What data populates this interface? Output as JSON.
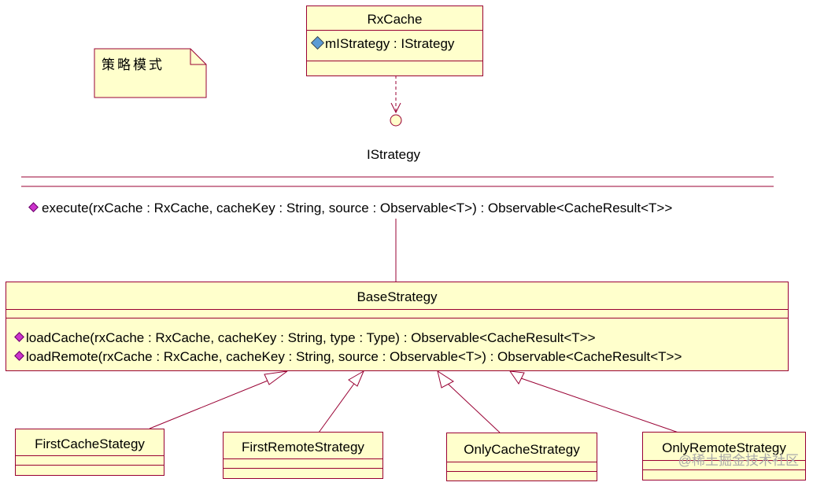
{
  "note": {
    "text": "策略模式"
  },
  "rxcache": {
    "name": "RxCache",
    "attribute": "mIStrategy : IStrategy",
    "attribute_icon": "protected-attribute-icon"
  },
  "interface": {
    "name": "IStrategy",
    "operation": "execute(rxCache : RxCache, cacheKey : String, source : Observable<T>) : Observable<CacheResult<T>>"
  },
  "base": {
    "name": "BaseStrategy",
    "operations": [
      "loadCache(rxCache : RxCache, cacheKey : String, type : Type) : Observable<CacheResult<T>>",
      "loadRemote(rxCache : RxCache, cacheKey : String, source : Observable<T>) : Observable<CacheResult<T>>"
    ]
  },
  "subclasses": [
    {
      "name": "FirstCacheStategy"
    },
    {
      "name": "FirstRemoteStrategy"
    },
    {
      "name": "OnlyCacheStrategy"
    },
    {
      "name": "OnlyRemoteStrategy"
    }
  ],
  "watermark": "@稀土掘金技术社区",
  "colors": {
    "box_fill": "#ffffcc",
    "line": "#990033",
    "operation_icon": "#cc33cc"
  }
}
